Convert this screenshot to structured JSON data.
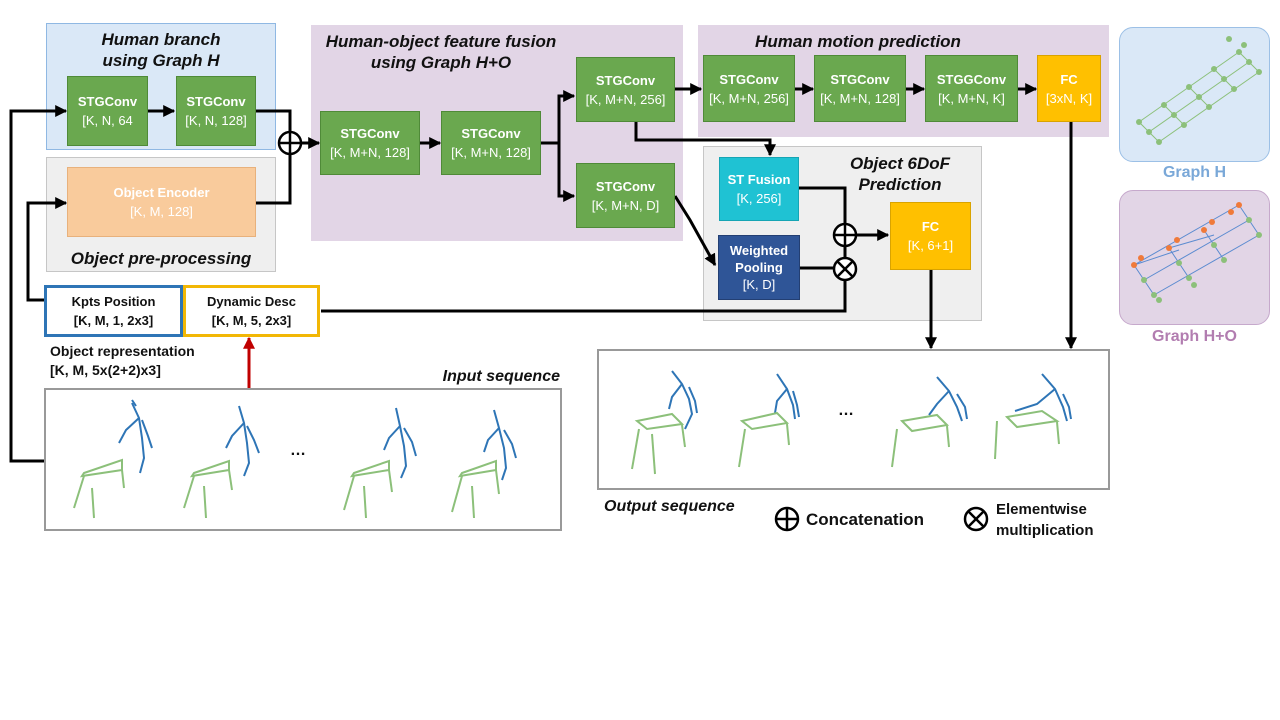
{
  "regions": {
    "human_branch": {
      "title1": "Human branch",
      "title2": "using Graph H"
    },
    "fusion": {
      "title1": "Human-object feature fusion",
      "title2": "using Graph H+O"
    },
    "motion": {
      "title": "Human motion prediction"
    },
    "object_pre": {
      "title": "Object pre-processing"
    },
    "object6dof": {
      "title1": "Object 6DoF",
      "title2": "Prediction"
    }
  },
  "blocks": {
    "hb_stg1": {
      "name": "STGConv",
      "dims": "[K, N, 64"
    },
    "hb_stg2": {
      "name": "STGConv",
      "dims": "[K, N, 128]"
    },
    "obj_enc": {
      "name": "Object Encoder",
      "dims": "[K, M, 128]"
    },
    "fu_stg1": {
      "name": "STGConv",
      "dims": "[K, M+N, 128]"
    },
    "fu_stg2": {
      "name": "STGConv",
      "dims": "[K, M+N, 128]"
    },
    "fu_stg_top": {
      "name": "STGConv",
      "dims": "[K, M+N, 256]"
    },
    "fu_stg_bot": {
      "name": "STGConv",
      "dims": "[K, M+N, D]"
    },
    "mp_stg1": {
      "name": "STGConv",
      "dims": "[K, M+N, 256]"
    },
    "mp_stg2": {
      "name": "STGConv",
      "dims": "[K, M+N, 128]"
    },
    "mp_stg3": {
      "name": "STGGConv",
      "dims": "[K, M+N, K]"
    },
    "mp_fc": {
      "name": "FC",
      "dims": "[3xN, K]"
    },
    "st_fusion": {
      "name": "ST Fusion",
      "dims": "[K, 256]"
    },
    "wpool": {
      "name1": "Weighted",
      "name2": "Pooling",
      "dims": "[K, D]"
    },
    "obj_fc": {
      "name": "FC",
      "dims": "[K, 6+1]"
    }
  },
  "inputs": {
    "kpts": {
      "name": "Kpts Position",
      "dims": "[K, M, 1, 2x3]"
    },
    "dyn": {
      "name": "Dynamic Desc",
      "dims": "[K, M, 5, 2x3]"
    },
    "obj_rep1": "Object representation",
    "obj_rep2": "[K, M, 5x(2+2)x3]"
  },
  "sequences": {
    "input_title": "Input sequence",
    "output_title": "Output sequence",
    "ellipsis": "…"
  },
  "legend": {
    "concat": "Concatenation",
    "mult1": "Elementwise",
    "mult2": "multiplication"
  },
  "graphs": {
    "graph_h": "Graph H",
    "graph_ho": "Graph H+O"
  },
  "colors": {
    "human_branch_bg": "#dae8f7",
    "fusion_bg": "#e2d5e6",
    "gray_bg": "#efefef",
    "green_block": "#6aa84f",
    "object_encoder": "#f9cb9c",
    "fc": "#ffc000",
    "st_fusion": "#1fc2d3",
    "weighted_pooling": "#2f5597",
    "kpts_border": "#2e75b6",
    "dyn_border": "#f2b705",
    "graph_h_label": "#7aa8d8",
    "graph_ho_label": "#b27db0"
  }
}
